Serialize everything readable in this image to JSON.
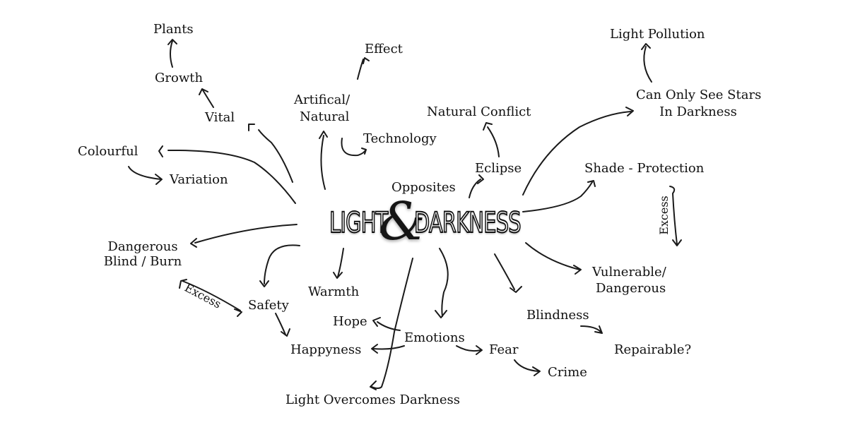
{
  "title": {
    "word1": "LIGHT",
    "ampersand": "&",
    "word2": "DARKNESS"
  },
  "nodes": {
    "plants": "Plants",
    "growth": "Growth",
    "vital": "Vital",
    "colourful": "Colourful",
    "variation": "Variation",
    "effect": "Effect",
    "artificial_natural_line1": "Artifical/",
    "artificial_natural_line2": "Natural",
    "technology": "Technology",
    "natural_conflict": "Natural Conflict",
    "eclipse": "Eclipse",
    "opposites": "Opposites",
    "light_pollution": "Light Pollution",
    "stars_line1": "Can Only See Stars",
    "stars_line2": "In Darkness",
    "shade_protection": "Shade - Protection",
    "excess_right": "Excess",
    "dangerous_line1": "Dangerous",
    "dangerous_line2": "Blind / Burn",
    "excess_left": "Excess",
    "safety": "Safety",
    "warmth": "Warmth",
    "hope": "Hope",
    "happyness": "Happyness",
    "emotions": "Emotions",
    "fear": "Fear",
    "crime": "Crime",
    "light_overcomes_darkness": "Light Overcomes Darkness",
    "vulnerable_line1": "Vulnerable/",
    "vulnerable_line2": "Dangerous",
    "blindness": "Blindness",
    "repairable": "Repairable?"
  }
}
